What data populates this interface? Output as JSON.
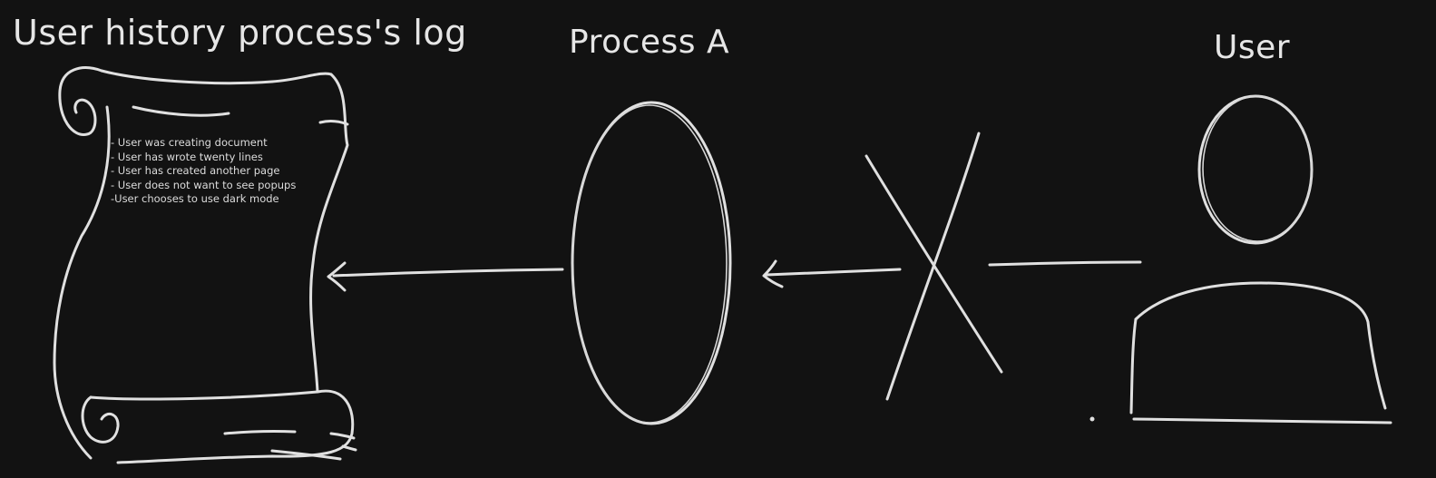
{
  "labels": {
    "log_title": "User history process's log",
    "process_title": "Process A",
    "user_title": "User"
  },
  "log_entries": [
    "- User was creating document",
    "- User has wrote twenty lines",
    "- User has created another page",
    "- User does not want to see popups",
    "-User chooses to use dark mode"
  ],
  "colors": {
    "background": "#121212",
    "stroke": "#e0e0e0"
  }
}
